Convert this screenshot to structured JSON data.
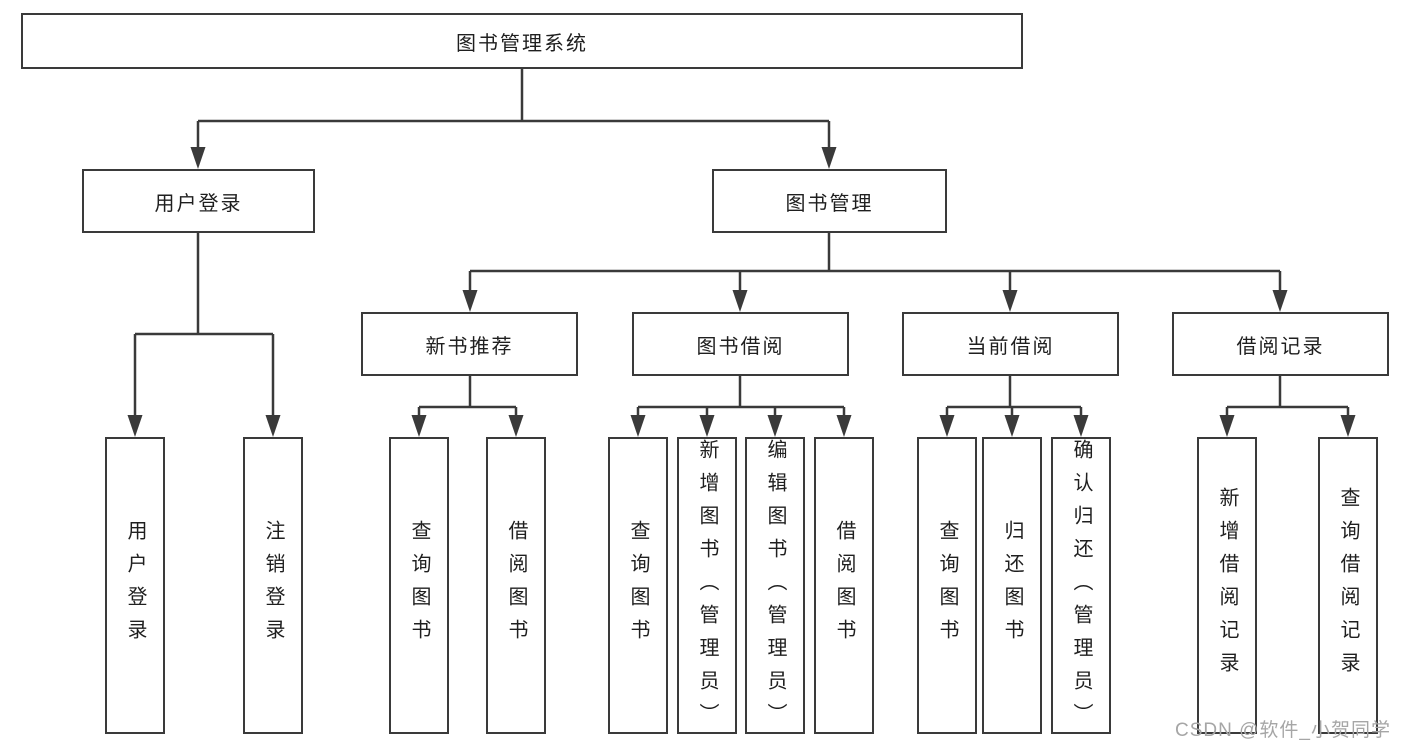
{
  "diagram": {
    "root": {
      "label": "图书管理系统"
    },
    "user": {
      "label": "用户登录",
      "children": [
        {
          "label": "用户登录"
        },
        {
          "label": "注销登录"
        }
      ]
    },
    "mgmt": {
      "label": "图书管理"
    },
    "groups": [
      {
        "label": "新书推荐",
        "children": [
          {
            "label": "查询图书"
          },
          {
            "label": "借阅图书"
          }
        ]
      },
      {
        "label": "图书借阅",
        "children": [
          {
            "label": "查询图书"
          },
          {
            "label": "新增图书（管理员）"
          },
          {
            "label": "编辑图书（管理员）"
          },
          {
            "label": "借阅图书"
          }
        ]
      },
      {
        "label": "当前借阅",
        "children": [
          {
            "label": "查询图书"
          },
          {
            "label": "归还图书"
          },
          {
            "label": "确认归还（管理员）"
          }
        ]
      },
      {
        "label": "借阅记录",
        "children": [
          {
            "label": "新增借阅记录"
          },
          {
            "label": "查询借阅记录"
          }
        ]
      }
    ]
  },
  "watermark": {
    "text": "CSDN @软件_小贺同学"
  },
  "colors": {
    "line": "#3a3a3a",
    "text": "#1f1f1f",
    "watermark": "#a6a6a6",
    "background": "#ffffff"
  }
}
